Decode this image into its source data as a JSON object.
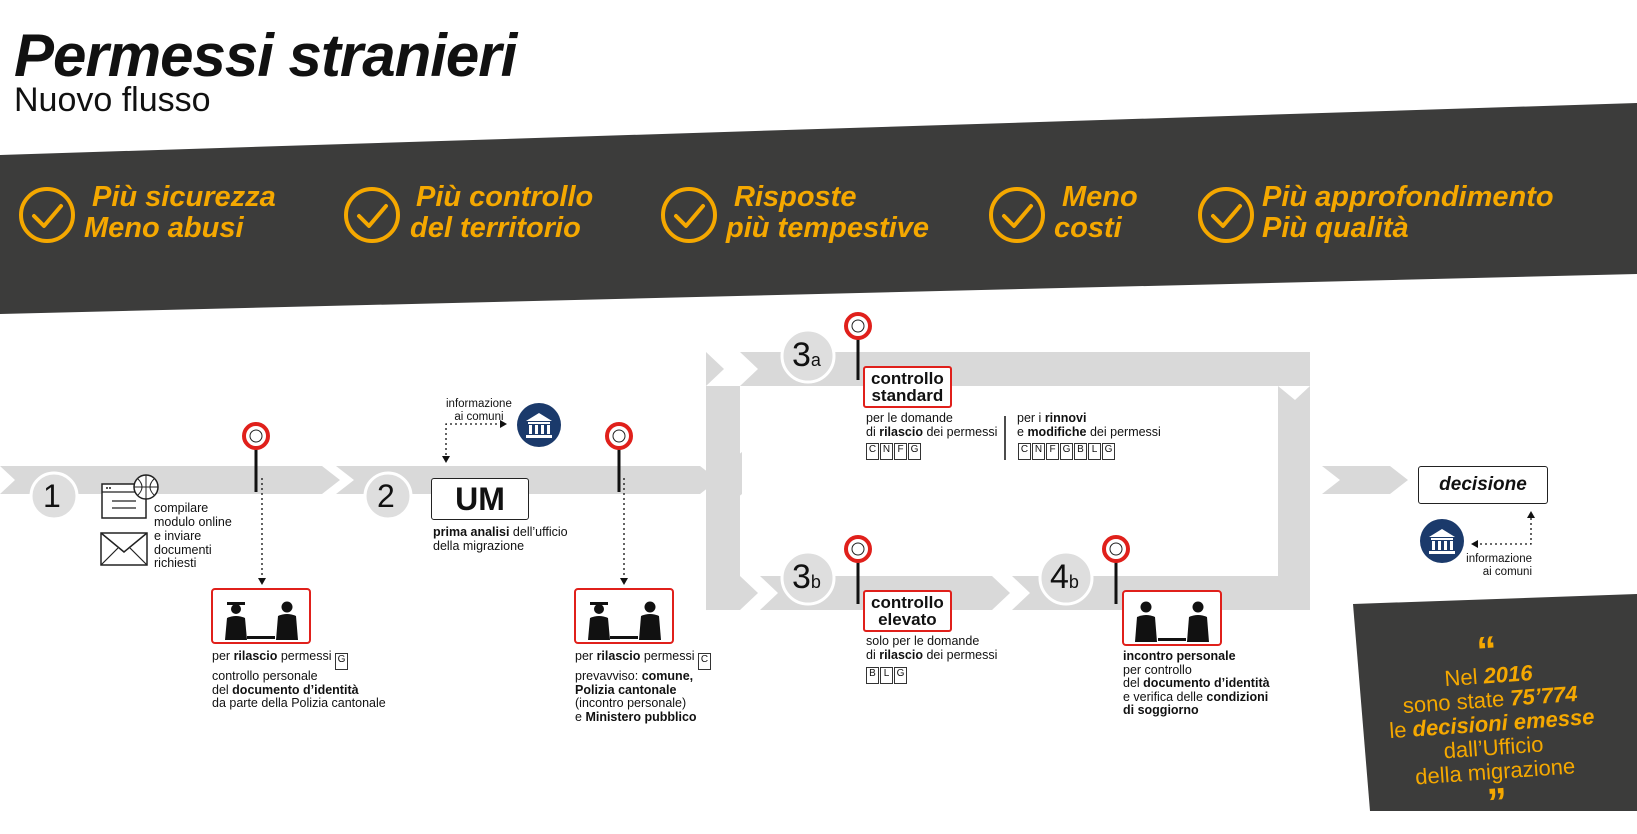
{
  "header": {
    "title": "Permessi stranieri",
    "subtitle": "Nuovo flusso"
  },
  "benefits": [
    {
      "line1": "Più sicurezza",
      "line2": "Meno abusi"
    },
    {
      "line1": "Più controllo",
      "line2": "del territorio"
    },
    {
      "line1": "Risposte",
      "line2": "più tempestive"
    },
    {
      "line1": "Meno",
      "line2": "costi"
    },
    {
      "line1": "Più approfondimento",
      "line2": "Più qualità"
    }
  ],
  "colors": {
    "band": "#3c3c3b",
    "accent": "#f5a800",
    "flow": "#d9d9d9",
    "alert": "#e0201b",
    "navy": "#1b3a6b"
  },
  "steps": {
    "s1": "1",
    "s2": "2",
    "s3a_num": "3",
    "s3a_sub": "a",
    "s3b_num": "3",
    "s3b_sub": "b",
    "s4b_num": "4",
    "s4b_sub": "b"
  },
  "step1": {
    "online_1": "compilare",
    "online_2": "modulo online",
    "docs_1": "e inviare",
    "docs_2": "documenti",
    "docs_3": "richiesti"
  },
  "police_check_1": {
    "line1_pre": "per",
    "line1_bold": "rilascio",
    "line1_post": "permessi",
    "code": "G",
    "line2": "controllo personale",
    "line3_pre": "del",
    "line3_bold": "documento d’identità",
    "line4": "da parte della Polizia cantonale"
  },
  "step2": {
    "info_1": "informazione",
    "info_2": "ai comuni",
    "um": "UM",
    "desc_bold": "prima analisi",
    "desc_post": "dell’ufficio",
    "desc_2": "della migrazione"
  },
  "police_check_2": {
    "line1_pre": "per",
    "line1_bold": "rilascio",
    "line1_post": "permessi",
    "code": "C",
    "line2_pre": "prevavviso:",
    "line2_bold": "comune,",
    "line3_bold": "Polizia cantonale",
    "line4": "(incontro personale)",
    "line5_pre": "e",
    "line5_bold": "Ministero pubblico"
  },
  "step3a": {
    "box_1": "controllo",
    "box_2": "standard",
    "left_1": "per le domande",
    "left_2_pre": "di",
    "left_2_bold": "rilascio",
    "left_2_post": "dei permessi",
    "left_codes": [
      "C",
      "N",
      "F",
      "G"
    ],
    "right_1_pre": "per i",
    "right_1_bold": "rinnovi",
    "right_2_pre": "e",
    "right_2_bold": "modifiche",
    "right_2_post": "dei permessi",
    "right_codes": [
      "C",
      "N",
      "F",
      "G",
      "B",
      "L",
      "G"
    ]
  },
  "step3b": {
    "box_1": "controllo",
    "box_2": "elevato",
    "line1": "solo per le domande",
    "line2_pre": "di",
    "line2_bold": "rilascio",
    "line2_post": "dei permessi",
    "codes": [
      "B",
      "L",
      "G"
    ]
  },
  "step4b": {
    "line1_bold": "incontro personale",
    "line2": "per controllo",
    "line3_pre": "del",
    "line3_bold": "documento d’identità",
    "line4_pre": "e verifica delle",
    "line4_bold": "condizioni",
    "line5_bold": "di soggiorno"
  },
  "decision": {
    "label": "decisione",
    "info_1": "informazione",
    "info_2": "ai comuni"
  },
  "quote": {
    "open": "“",
    "l1_pre": "Nel",
    "l1_bold": "2016",
    "l2_pre": "sono state",
    "l2_bold": "75’774",
    "l3_pre": "le",
    "l3_bold": "decisioni emesse",
    "l4": "dall’Ufficio",
    "l5": "della migrazione",
    "close": "”"
  }
}
